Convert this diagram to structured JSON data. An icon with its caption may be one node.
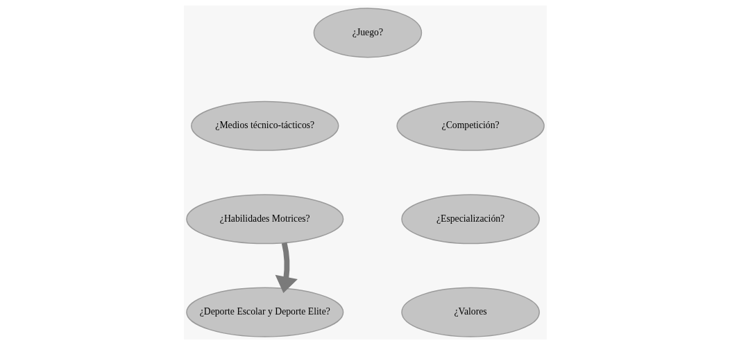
{
  "diagram": {
    "nodes": [
      {
        "text": [
          "¿Juego?"
        ]
      },
      {
        "text": [
          "¿Medios técnico-tácticos?"
        ]
      },
      {
        "text": [
          "¿Competición?"
        ]
      },
      {
        "text": [
          "¿Habilidades Motrices?"
        ]
      },
      {
        "text": [
          "¿Especialización?"
        ]
      },
      {
        "text": [
          "¿Deporte Escolar y Deporte Elite?"
        ]
      },
      {
        "text": [
          "¿Valores"
        ]
      }
    ],
    "edges": [
      {
        "from": 3,
        "to": 5,
        "arrow": "to"
      }
    ]
  }
}
